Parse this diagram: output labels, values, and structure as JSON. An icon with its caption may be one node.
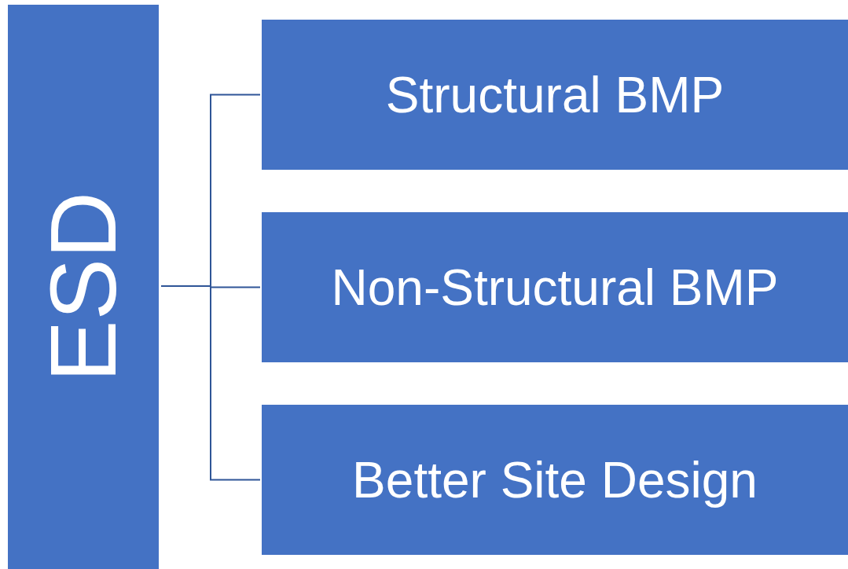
{
  "diagram": {
    "nodes": [
      {
        "text": [
          "ESD"
        ]
      },
      {
        "text": [
          "Structural BMP"
        ]
      },
      {
        "text": [
          "Non-Structural BMP"
        ]
      },
      {
        "text": [
          "Better Site Design"
        ]
      }
    ],
    "edges": [
      {
        "from": 0,
        "to": 1,
        "arrow": "none"
      },
      {
        "from": 0,
        "to": 2,
        "arrow": "none"
      },
      {
        "from": 0,
        "to": 3,
        "arrow": "none"
      }
    ]
  }
}
